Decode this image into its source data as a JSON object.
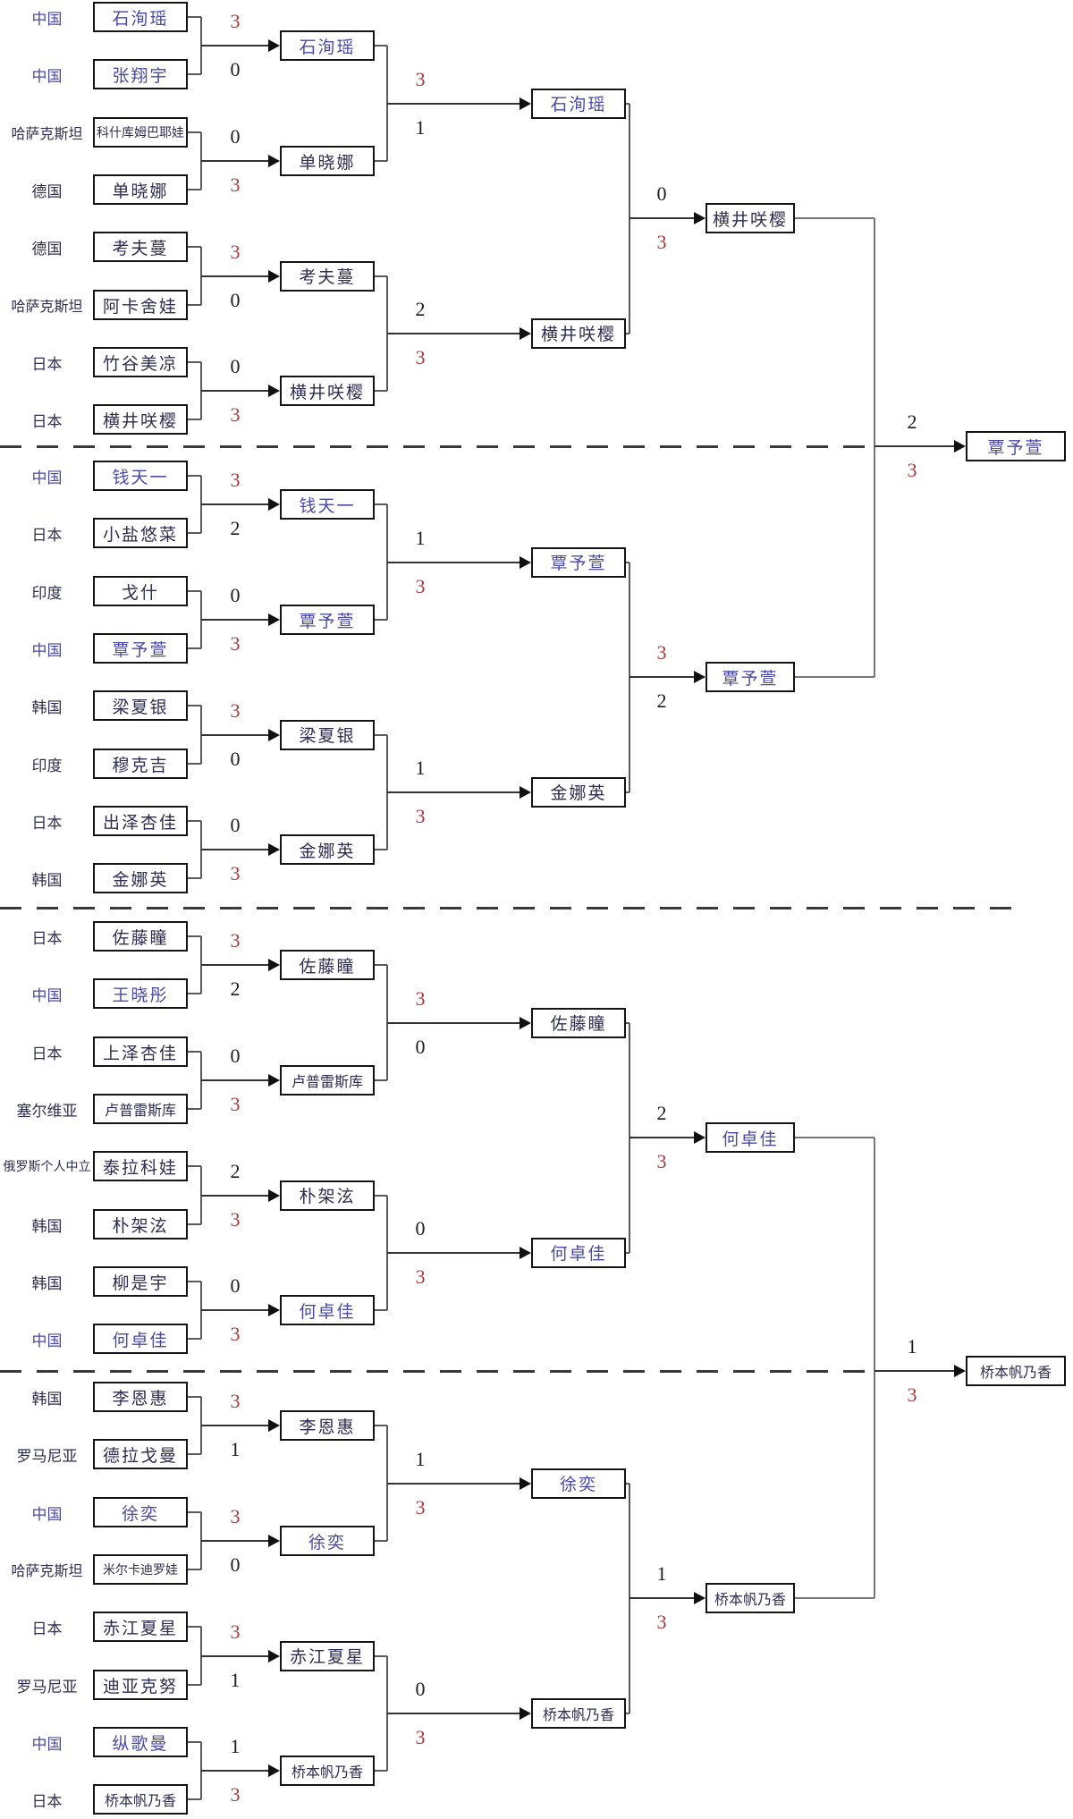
{
  "diagram": {
    "type": "tournament-bracket",
    "description": "单打淘汰赛对阵图",
    "colors": {
      "background": "#ffffff",
      "box_border": "#141414",
      "line": "#5a5a5a",
      "name_text": "#2e2e52",
      "china_text": "#4a4aa6",
      "winner_score": "#a63a3c",
      "loser_score": "#1c1c1c"
    },
    "sections": [
      {
        "players": [
          {
            "country": "中国",
            "name": "石洵瑶",
            "cn": true
          },
          {
            "country": "中国",
            "name": "张翔宇",
            "cn": true
          },
          {
            "country": "哈萨克斯坦",
            "name": "科什库姆巴耶娃",
            "cn": false
          },
          {
            "country": "德国",
            "name": "单晓娜",
            "cn": false
          },
          {
            "country": "德国",
            "name": "考夫蔓",
            "cn": false
          },
          {
            "country": "哈萨克斯坦",
            "name": "阿卡舍娃",
            "cn": false
          },
          {
            "country": "日本",
            "name": "竹谷美凉",
            "cn": false
          },
          {
            "country": "日本",
            "name": "横井咲樱",
            "cn": false
          }
        ],
        "round1": [
          {
            "scores": [
              3,
              0
            ],
            "winner": "石洵瑶"
          },
          {
            "scores": [
              0,
              3
            ],
            "winner": "单晓娜"
          },
          {
            "scores": [
              3,
              0
            ],
            "winner": "考夫蔓"
          },
          {
            "scores": [
              0,
              3
            ],
            "winner": "横井咲樱"
          }
        ],
        "round2": [
          {
            "scores": [
              3,
              1
            ],
            "winner": "石洵瑶"
          },
          {
            "scores": [
              2,
              3
            ],
            "winner": "横井咲樱"
          }
        ],
        "quarterfinal": {
          "scores": [
            0,
            3
          ],
          "winner": "横井咲樱"
        }
      },
      {
        "players": [
          {
            "country": "中国",
            "name": "钱天一",
            "cn": true
          },
          {
            "country": "日本",
            "name": "小盐悠菜",
            "cn": false
          },
          {
            "country": "印度",
            "name": "戈什",
            "cn": false
          },
          {
            "country": "中国",
            "name": "覃予萱",
            "cn": true
          },
          {
            "country": "韩国",
            "name": "梁夏银",
            "cn": false
          },
          {
            "country": "印度",
            "name": "穆克吉",
            "cn": false
          },
          {
            "country": "日本",
            "name": "出泽杏佳",
            "cn": false
          },
          {
            "country": "韩国",
            "name": "金娜英",
            "cn": false
          }
        ],
        "round1": [
          {
            "scores": [
              3,
              2
            ],
            "winner": "钱天一"
          },
          {
            "scores": [
              0,
              3
            ],
            "winner": "覃予萱"
          },
          {
            "scores": [
              3,
              0
            ],
            "winner": "梁夏银"
          },
          {
            "scores": [
              0,
              3
            ],
            "winner": "金娜英"
          }
        ],
        "round2": [
          {
            "scores": [
              1,
              3
            ],
            "winner": "覃予萱"
          },
          {
            "scores": [
              1,
              3
            ],
            "winner": "金娜英"
          }
        ],
        "quarterfinal": {
          "scores": [
            3,
            2
          ],
          "winner": "覃予萱"
        }
      },
      {
        "players": [
          {
            "country": "日本",
            "name": "佐藤瞳",
            "cn": false
          },
          {
            "country": "中国",
            "name": "王晓彤",
            "cn": true
          },
          {
            "country": "日本",
            "name": "上泽杏佳",
            "cn": false
          },
          {
            "country": "塞尔维亚",
            "name": "卢普雷斯库",
            "cn": false
          },
          {
            "country": "俄罗斯个人中立",
            "name": "泰拉科娃",
            "cn": false
          },
          {
            "country": "韩国",
            "name": "朴架泫",
            "cn": false
          },
          {
            "country": "韩国",
            "name": "柳是宇",
            "cn": false
          },
          {
            "country": "中国",
            "name": "何卓佳",
            "cn": true
          }
        ],
        "round1": [
          {
            "scores": [
              3,
              2
            ],
            "winner": "佐藤瞳"
          },
          {
            "scores": [
              0,
              3
            ],
            "winner": "卢普雷斯库"
          },
          {
            "scores": [
              2,
              3
            ],
            "winner": "朴架泫"
          },
          {
            "scores": [
              0,
              3
            ],
            "winner": "何卓佳"
          }
        ],
        "round2": [
          {
            "scores": [
              3,
              0
            ],
            "winner": "佐藤瞳"
          },
          {
            "scores": [
              0,
              3
            ],
            "winner": "何卓佳"
          }
        ],
        "quarterfinal": {
          "scores": [
            2,
            3
          ],
          "winner": "何卓佳"
        }
      },
      {
        "players": [
          {
            "country": "韩国",
            "name": "李恩惠",
            "cn": false
          },
          {
            "country": "罗马尼亚",
            "name": "德拉戈曼",
            "cn": false
          },
          {
            "country": "中国",
            "name": "徐奕",
            "cn": true
          },
          {
            "country": "哈萨克斯坦",
            "name": "米尔卡迪罗娃",
            "cn": false
          },
          {
            "country": "日本",
            "name": "赤江夏星",
            "cn": false
          },
          {
            "country": "罗马尼亚",
            "name": "迪亚克努",
            "cn": false
          },
          {
            "country": "中国",
            "name": "纵歌曼",
            "cn": true
          },
          {
            "country": "日本",
            "name": "桥本帆乃香",
            "cn": false
          }
        ],
        "round1": [
          {
            "scores": [
              3,
              1
            ],
            "winner": "李恩惠"
          },
          {
            "scores": [
              3,
              0
            ],
            "winner": "徐奕"
          },
          {
            "scores": [
              3,
              1
            ],
            "winner": "赤江夏星"
          },
          {
            "scores": [
              1,
              3
            ],
            "winner": "桥本帆乃香"
          }
        ],
        "round2": [
          {
            "scores": [
              1,
              3
            ],
            "winner": "徐奕"
          },
          {
            "scores": [
              0,
              3
            ],
            "winner": "桥本帆乃香"
          }
        ],
        "quarterfinal": {
          "scores": [
            1,
            3
          ],
          "winner": "桥本帆乃香"
        }
      }
    ],
    "semifinals": [
      {
        "scores": [
          2,
          3
        ],
        "winner": "覃予萱"
      },
      {
        "scores": [
          1,
          3
        ],
        "winner": "桥本帆乃香"
      }
    ]
  }
}
